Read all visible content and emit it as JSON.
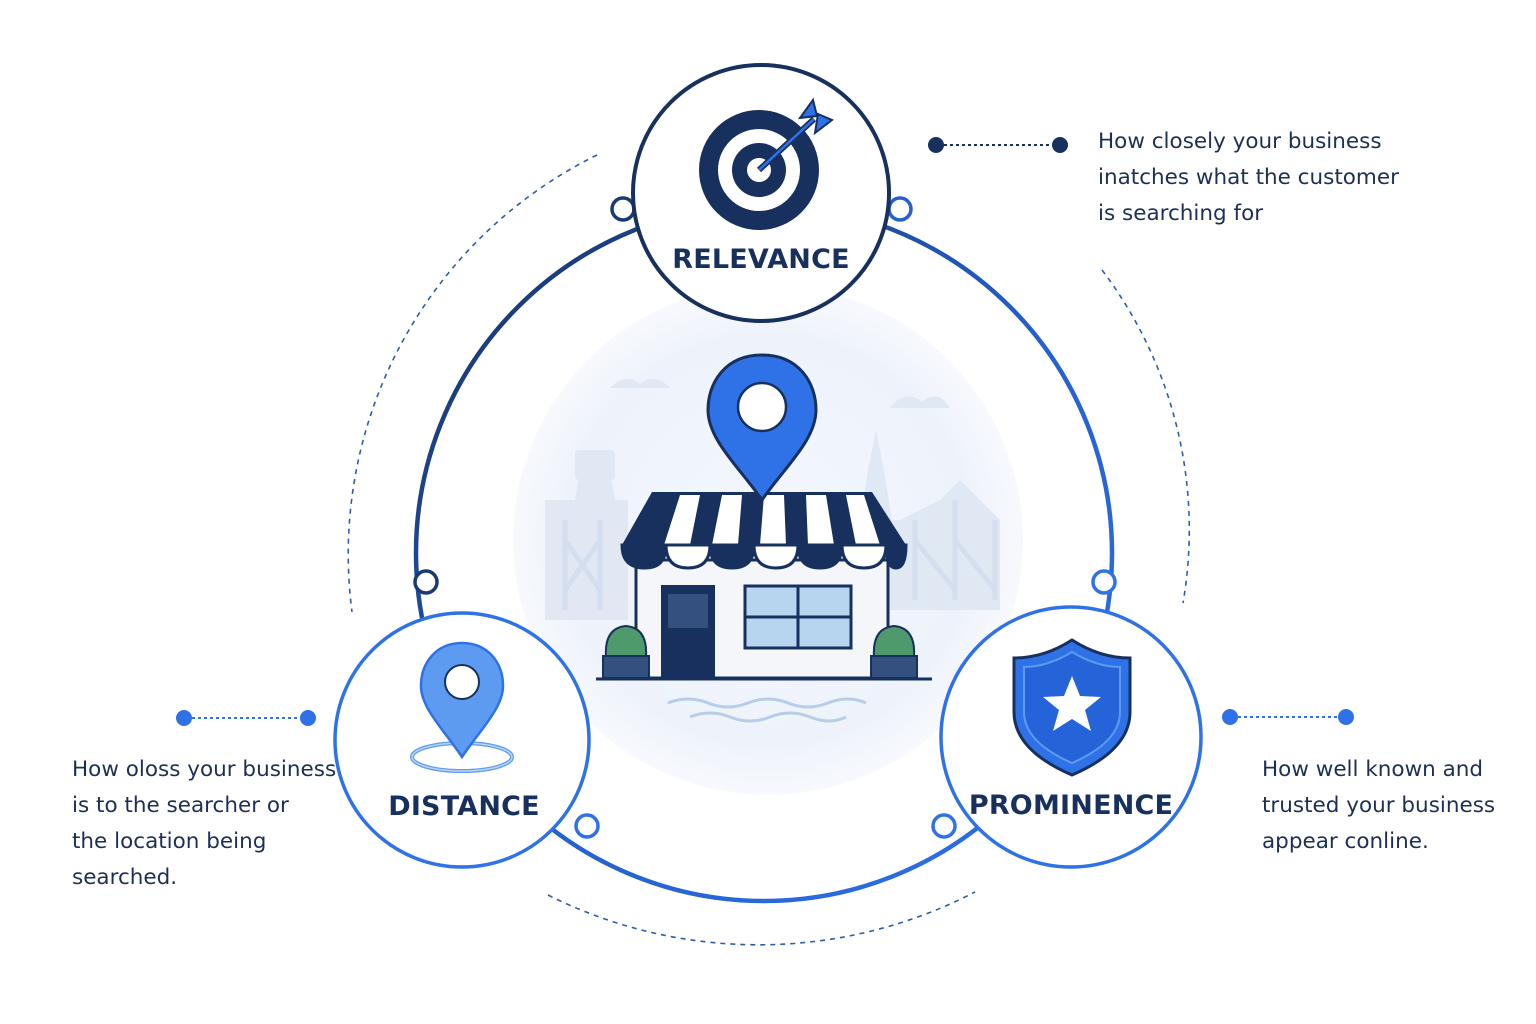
{
  "nodes": {
    "relevance": {
      "label": "RELEVANCE",
      "icon": "target-arrow-icon",
      "description": [
        "How closely your business",
        "inatches what the customer",
        "is searching for"
      ]
    },
    "distance": {
      "label": "DISTANCE",
      "icon": "location-pin-icon",
      "description": [
        "How oloss your business",
        "is to the searcher or",
        "the location being",
        "searched."
      ]
    },
    "prominence": {
      "label": "PROMINENCE",
      "icon": "shield-star-icon",
      "description": [
        "How well known and",
        "trusted your business",
        "appear conline."
      ]
    }
  },
  "center": {
    "icon": "storefront-with-pin-icon"
  },
  "colors": {
    "navy": "#17305e",
    "blue": "#2f72e8",
    "light_blue": "#5c9bf0",
    "text": "#1d2f55"
  }
}
